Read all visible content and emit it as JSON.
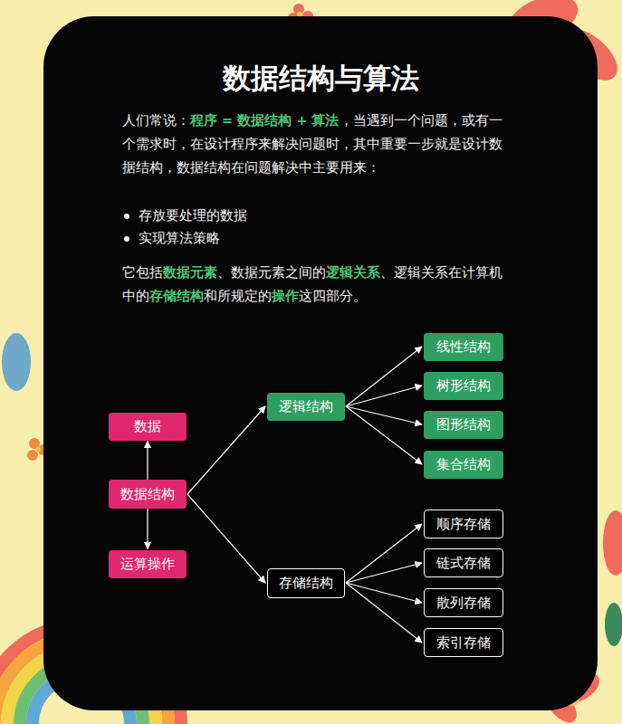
{
  "diagram": {
    "title": "数据结构与算法",
    "nodes": [
      {
        "text": [
          "数据"
        ]
      },
      {
        "text": [
          "数据结构"
        ]
      },
      {
        "text": [
          "运算操作"
        ]
      },
      {
        "text": [
          "逻辑结构"
        ]
      },
      {
        "text": [
          "存储结构"
        ]
      },
      {
        "text": [
          "线性结构"
        ]
      },
      {
        "text": [
          "树形结构"
        ]
      },
      {
        "text": [
          "图形结构"
        ]
      },
      {
        "text": [
          "集合结构"
        ]
      },
      {
        "text": [
          "顺序存储"
        ]
      },
      {
        "text": [
          "链式存储"
        ]
      },
      {
        "text": [
          "散列存储"
        ]
      },
      {
        "text": [
          "索引存储"
        ]
      }
    ],
    "edges": [
      {
        "from": 1,
        "to": 0,
        "arrow": "to"
      },
      {
        "from": 1,
        "to": 2,
        "arrow": "to"
      },
      {
        "from": 1,
        "to": 3,
        "arrow": "to"
      },
      {
        "from": 1,
        "to": 4,
        "arrow": "to"
      },
      {
        "from": 3,
        "to": 5,
        "arrow": "to"
      },
      {
        "from": 3,
        "to": 6,
        "arrow": "to"
      },
      {
        "from": 3,
        "to": 7,
        "arrow": "to"
      },
      {
        "from": 3,
        "to": 8,
        "arrow": "to"
      },
      {
        "from": 4,
        "to": 9,
        "arrow": "to"
      },
      {
        "from": 4,
        "to": 10,
        "arrow": "to"
      },
      {
        "from": 4,
        "to": 11,
        "arrow": "to"
      },
      {
        "from": 4,
        "to": 12,
        "arrow": "to"
      }
    ],
    "labels": [
      "人们常说：",
      "程序 = 数据结构 + 算法",
      "，当遇到一个问题，或有一个需求时，在设计程序来解决问题时，其中重要一步就是设计数据结构，数据结构在问题解决中主要用来：",
      "存放要处理的数据",
      "实现算法策略",
      "它包括",
      "数据元素",
      "、数据元素之间的",
      "逻辑关系",
      "、逻辑关系在计算机中的",
      "存储结构",
      "和所规定的",
      "操作",
      "这四部分。"
    ]
  }
}
